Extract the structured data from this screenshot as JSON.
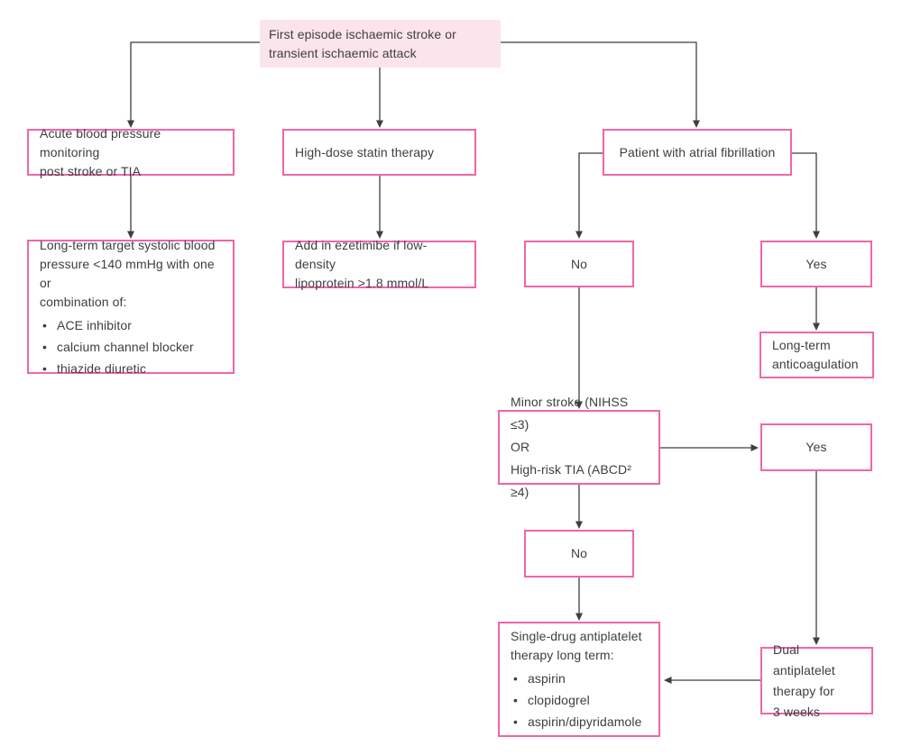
{
  "colors": {
    "box_border": "#f066a8",
    "start_fill": "#fce4ec",
    "text": "#3e3e3e",
    "arrow": "#3f3f3f",
    "background": "#ffffff"
  },
  "nodes": {
    "first_episode": {
      "lines": [
        "First episode ischaemic stroke or",
        "transient ischaemic attack"
      ]
    },
    "acute_bp": {
      "lines": [
        "Acute blood pressure monitoring",
        "post stroke or TIA"
      ]
    },
    "long_term_bp": {
      "lines": [
        "Long-term target systolic blood",
        "pressure <140 mmHg with one or",
        "combination of:"
      ],
      "bullets": [
        "ACE inhibitor",
        "calcium channel blocker",
        "thiazide diuretic"
      ]
    },
    "statin": {
      "lines": [
        "High-dose statin therapy"
      ]
    },
    "ezetimibe": {
      "lines": [
        "Add in ezetimibe if low-density",
        "lipoprotein >1.8 mmol/L"
      ]
    },
    "atrial_fibrillation": {
      "lines": [
        "Patient with atrial fibrillation"
      ]
    },
    "af_no": {
      "label": "No"
    },
    "af_yes": {
      "label": "Yes"
    },
    "anticoagulation": {
      "lines": [
        "Long-term",
        "anticoagulation"
      ]
    },
    "minor_stroke": {
      "lines": [
        "Minor stroke (NIHSS ≤3)",
        "OR",
        "High-risk TIA (ABCD² ≥4)"
      ]
    },
    "minor_yes": {
      "label": "Yes"
    },
    "minor_no": {
      "label": "No"
    },
    "single_drug": {
      "lines": [
        "Single-drug antiplatelet",
        "therapy long term:"
      ],
      "bullets": [
        "aspirin",
        "clopidogrel",
        "aspirin/dipyridamole"
      ]
    },
    "dual_antiplatelet": {
      "lines": [
        "Dual antiplatelet",
        "therapy for",
        "3 weeks"
      ]
    }
  }
}
